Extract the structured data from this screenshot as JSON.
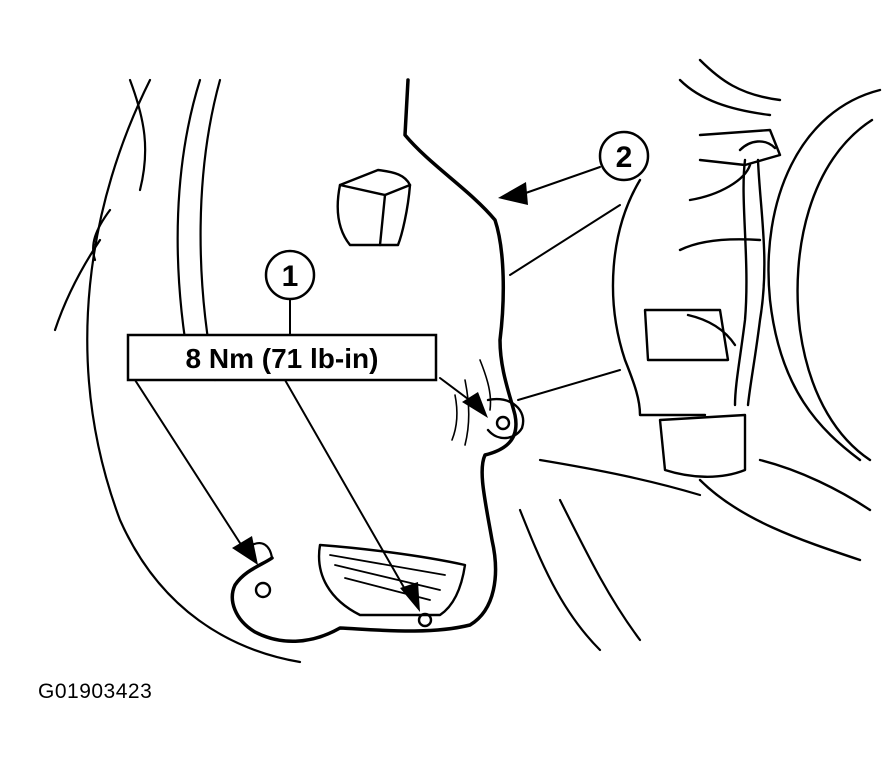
{
  "callouts": [
    {
      "number": "1"
    },
    {
      "number": "2"
    }
  ],
  "torque_label": "8 Nm (71 lb-in)",
  "figure_code": "G01903423"
}
